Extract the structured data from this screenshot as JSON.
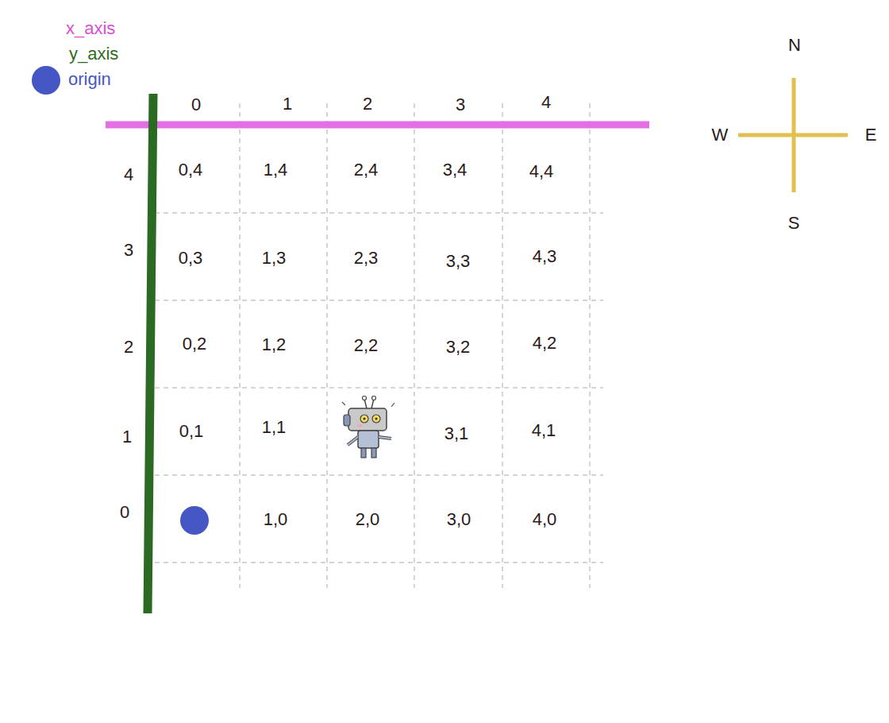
{
  "diagram": {
    "labels": [
      "0",
      "1",
      "2",
      "3",
      "4",
      "N",
      "W",
      "E",
      "S",
      "4",
      "0,4",
      "1,4",
      "2,4",
      "3,4",
      "4,4",
      "3",
      "0,3",
      "1,3",
      "2,3",
      "3,3",
      "4,3",
      "2",
      "0,2",
      "1,2",
      "2,2",
      "3,2",
      "4,2",
      "1",
      "0,1",
      "1,1",
      "3,1",
      "4,1",
      "0",
      "1,0",
      "2,0",
      "3,0",
      "4,0"
    ],
    "legend": [
      {
        "text": "x_axis",
        "color": "#d94fd4"
      },
      {
        "text": "y_axis",
        "color": "#2f6b21"
      },
      {
        "text": "origin",
        "color": "#4556c5"
      }
    ]
  }
}
